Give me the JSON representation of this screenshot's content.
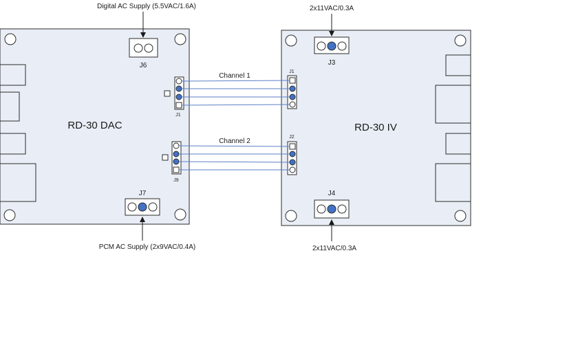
{
  "boards": {
    "dac": {
      "title": "RD-30 DAC"
    },
    "iv": {
      "title": "RD-30 IV"
    }
  },
  "connectors": {
    "j6": "J6",
    "j7": "J7",
    "j1_dac": "J1",
    "j9_dac": "J9",
    "j3": "J3",
    "j4": "J4",
    "j1_iv": "J1",
    "j2_iv": "J2"
  },
  "supplies": {
    "digital_ac": "Digital AC Supply (5.5VAC/1.6A)",
    "pcm_ac": "PCM AC Supply (2x9VAC/0.4A)",
    "iv_top": "2x11VAC/0.3A",
    "iv_bottom": "2x11VAC/0.3A"
  },
  "channels": {
    "ch1": "Channel 1",
    "ch2": "Channel 2"
  },
  "colors": {
    "board_fill": "#e9eef6",
    "pin_filled": "#4472c4",
    "wire": "#5b7fc7"
  }
}
